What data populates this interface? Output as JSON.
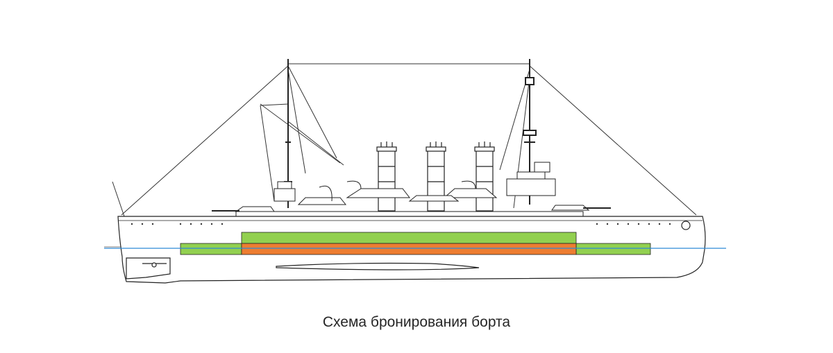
{
  "caption": "Схема бронирования борта",
  "colors": {
    "belt_main": "#ed7d31",
    "belt_upper": "#92d050",
    "waterline": "#2e8bd6",
    "outline": "#222222",
    "background": "#ffffff"
  },
  "armor_zones": [
    {
      "name": "upper-belt-forward",
      "color": "#92d050"
    },
    {
      "name": "upper-belt-aft",
      "color": "#92d050"
    },
    {
      "name": "upper-belt-central",
      "color": "#92d050"
    },
    {
      "name": "main-belt-central",
      "color": "#ed7d31"
    }
  ]
}
